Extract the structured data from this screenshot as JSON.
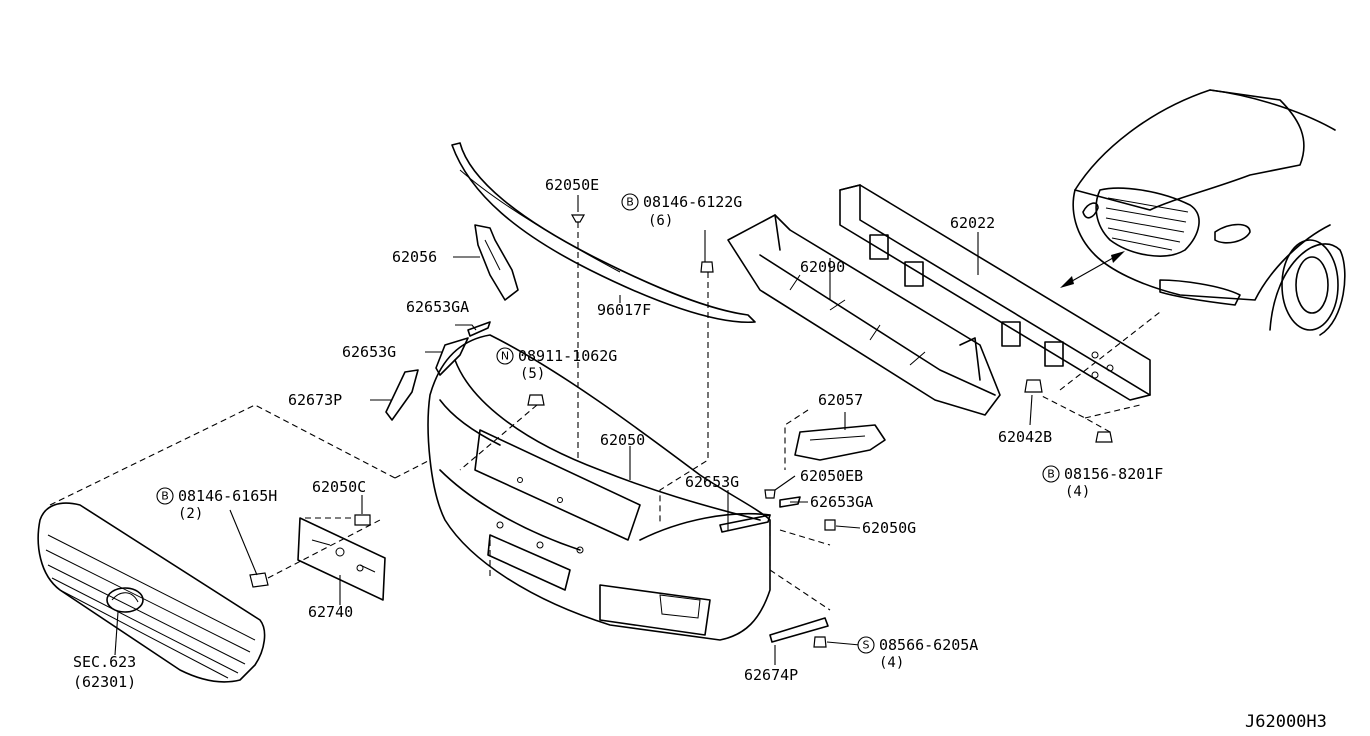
{
  "diagram": {
    "code": "J62000H3",
    "labels": {
      "p62050E": "62050E",
      "p08146_6122G": "08146-6122G",
      "p08146_6122G_qty": "(6)",
      "p62022": "62022",
      "p62090": "62090",
      "p62056": "62056",
      "p96017F": "96017F",
      "p62653GA_top": "62653GA",
      "p62653G_top": "62653G",
      "p08911_1062G": "08911-1062G",
      "p08911_1062G_qty": "(5)",
      "p62673P": "62673P",
      "p62057": "62057",
      "p62050": "62050",
      "p62042B": "62042B",
      "p62653G_bot": "62653G",
      "p62050EB": "62050EB",
      "p62653GA_bot": "62653GA",
      "p62050G": "62050G",
      "p08156_8201F": "08156-8201F",
      "p08156_8201F_qty": "(4)",
      "p08146_6165H": "08146-6165H",
      "p08146_6165H_qty": "(2)",
      "p62050C": "62050C",
      "p62740": "62740",
      "pSEC623": "SEC.623",
      "p62301": "(62301)",
      "p08566_6205A": "08566-6205A",
      "p08566_6205A_qty": "(4)",
      "p62674P": "62674P"
    },
    "prefixes": {
      "bolt_B": "B",
      "nut_N": "N",
      "screw_S": "S"
    }
  }
}
